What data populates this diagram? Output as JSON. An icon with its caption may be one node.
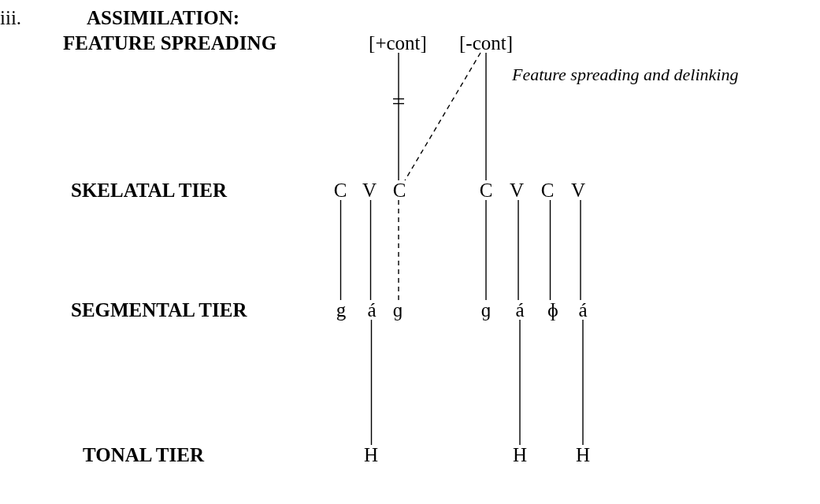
{
  "diagram": {
    "nodes": [
      {
        "text": [
          "[+cont]"
        ]
      },
      {
        "text": [
          "[-cont]"
        ]
      },
      {
        "text": [
          "C"
        ]
      },
      {
        "text": [
          "V"
        ]
      },
      {
        "text": [
          "C"
        ]
      },
      {
        "text": [
          "C"
        ]
      },
      {
        "text": [
          "V"
        ]
      },
      {
        "text": [
          "C"
        ]
      },
      {
        "text": [
          "V"
        ]
      },
      {
        "text": [
          "g"
        ]
      },
      {
        "text": [
          "á"
        ]
      },
      {
        "text": [
          "ɡ"
        ]
      },
      {
        "text": [
          "ɡ"
        ]
      },
      {
        "text": [
          "á"
        ]
      },
      {
        "text": [
          "ɸ"
        ]
      },
      {
        "text": [
          "á"
        ]
      },
      {
        "text": [
          "H"
        ]
      },
      {
        "text": [
          "H"
        ]
      },
      {
        "text": [
          "H"
        ]
      }
    ],
    "edges": [
      {
        "from": 0,
        "to": 4,
        "arrow": "none"
      },
      {
        "from": 1,
        "to": 4,
        "arrow": "none",
        "style": "dashed"
      },
      {
        "from": 1,
        "to": 5,
        "arrow": "none"
      },
      {
        "from": 2,
        "to": 9,
        "arrow": "none"
      },
      {
        "from": 3,
        "to": 10,
        "arrow": "none"
      },
      {
        "from": 4,
        "to": 11,
        "arrow": "none",
        "style": "dashed"
      },
      {
        "from": 5,
        "to": 12,
        "arrow": "none"
      },
      {
        "from": 6,
        "to": 13,
        "arrow": "none"
      },
      {
        "from": 7,
        "to": 14,
        "arrow": "none"
      },
      {
        "from": 8,
        "to": 15,
        "arrow": "none"
      },
      {
        "from": 10,
        "to": 16,
        "arrow": "none"
      },
      {
        "from": 13,
        "to": 17,
        "arrow": "none"
      },
      {
        "from": 15,
        "to": 18,
        "arrow": "none"
      }
    ],
    "labels": [
      "iii.",
      "ASSIMILATION:",
      "FEATURE SPREADING",
      "Feature spreading and delinking",
      "SKELATAL TIER",
      "SEGMENTAL TIER",
      "TONAL TIER"
    ]
  }
}
